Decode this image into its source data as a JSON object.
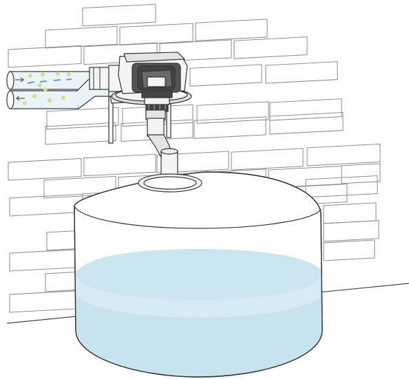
{
  "diagram": {
    "kind": "wall-mounted air/water unit with pipe into a round water tank",
    "labels": [],
    "duct_arrows": {
      "upper": "right",
      "lower": "left"
    },
    "colors": {
      "background": "#ffffff",
      "line": "#333333",
      "brick_line": "#8a8a8a",
      "water_light": "#d6ebf3",
      "water_dark": "#c2e0ec",
      "water_surface": "#cbe6f0",
      "water_stream": "#7fbdd6",
      "duct_fill": "#eaf3f7",
      "duct_particles": "#cfe08a",
      "dashes": "#5b9fd0",
      "unit_dark": "#444444",
      "unit_light": "#f4f4f4"
    }
  }
}
